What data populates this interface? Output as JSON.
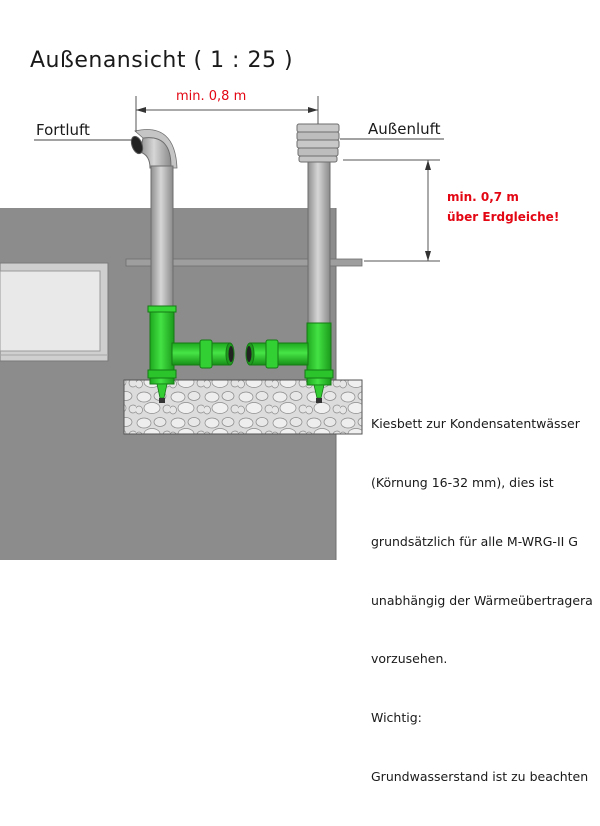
{
  "title": "Außenansicht ( 1 : 25 )",
  "labels": {
    "fortluft": "Fortluft",
    "aussenluft": "Außenluft"
  },
  "dimensions": {
    "horizontal": "min. 0,8 m",
    "vertical_line1": "min. 0,7 m",
    "vertical_line2": "über Erdgleiche!"
  },
  "description": {
    "line1": "Kiesbett zur Kondensatentwässer",
    "line2": "(Körnung 16-32 mm), dies ist",
    "line3": "grundsätzlich für alle M-WRG-II G",
    "line4": "unabhängig der Wärmeübertragera",
    "line5": "vorzusehen.",
    "line6": "Wichtig:",
    "line7": "Grundwasserstand ist zu beachten"
  },
  "colors": {
    "wall": "#8c8c8c",
    "pipe_grey": "#b3b3b3",
    "pipe_green": "#2fd12f",
    "dimension_red": "#e30613",
    "gravel": "#d9d9d9"
  }
}
